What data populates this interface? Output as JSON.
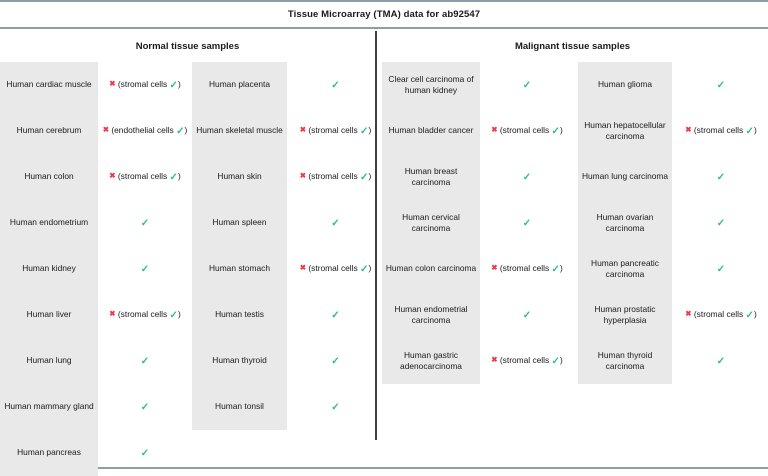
{
  "figure": {
    "title": "Tissue Microarray (TMA) data for ab92547",
    "accent_border_color": "#8d9fa4",
    "divider_color": "#3f3f3f",
    "shade_color": "#e9e9e9",
    "check_color": "#2bbd8a",
    "cross_color": "#ee3b4b"
  },
  "sections": {
    "normal": {
      "title": "Normal tissue samples"
    },
    "malignant": {
      "title": "Malignant tissue samples"
    }
  },
  "marks": {
    "check": "✓",
    "cross": "✖"
  },
  "columns": [
    {
      "id": "normal-left",
      "rows": [
        {
          "tissue": "Human cardiac muscle",
          "result_type": "cross-note",
          "note": "(stromal cells ✓)"
        },
        {
          "tissue": "Human cerebrum",
          "result_type": "cross-note",
          "note": "(endothelial cells ✓)"
        },
        {
          "tissue": "Human colon",
          "result_type": "cross-note",
          "note": "(stromal cells ✓)"
        },
        {
          "tissue": "Human endometrium",
          "result_type": "check",
          "note": ""
        },
        {
          "tissue": "Human kidney",
          "result_type": "check",
          "note": ""
        },
        {
          "tissue": "Human liver",
          "result_type": "cross-note",
          "note": "(stromal cells ✓)"
        },
        {
          "tissue": "Human lung",
          "result_type": "check",
          "note": ""
        },
        {
          "tissue": "Human mammary gland",
          "result_type": "check",
          "note": ""
        },
        {
          "tissue": "Human pancreas",
          "result_type": "check",
          "note": ""
        }
      ]
    },
    {
      "id": "normal-right",
      "rows": [
        {
          "tissue": "Human placenta",
          "result_type": "check",
          "note": ""
        },
        {
          "tissue": "Human skeletal muscle",
          "result_type": "cross-note",
          "note": "(stromal cells ✓)"
        },
        {
          "tissue": "Human skin",
          "result_type": "cross-note",
          "note": "(stromal cells ✓)"
        },
        {
          "tissue": "Human spleen",
          "result_type": "check",
          "note": ""
        },
        {
          "tissue": "Human stomach",
          "result_type": "cross-note",
          "note": "(stromal cells ✓)"
        },
        {
          "tissue": "Human testis",
          "result_type": "check",
          "note": ""
        },
        {
          "tissue": "Human thyroid",
          "result_type": "check",
          "note": ""
        },
        {
          "tissue": "Human tonsil",
          "result_type": "check",
          "note": ""
        }
      ]
    },
    {
      "id": "malignant-left",
      "rows": [
        {
          "tissue": "Clear cell carcinoma of human kidney",
          "result_type": "check",
          "note": ""
        },
        {
          "tissue": "Human bladder cancer",
          "result_type": "cross-note",
          "note": "(stromal cells ✓)"
        },
        {
          "tissue": "Human breast carcinoma",
          "result_type": "check",
          "note": ""
        },
        {
          "tissue": "Human cervical carcinoma",
          "result_type": "check",
          "note": ""
        },
        {
          "tissue": "Human colon carcinoma",
          "result_type": "cross-note",
          "note": "(stromal cells ✓)"
        },
        {
          "tissue": "Human endometrial carcinoma",
          "result_type": "check",
          "note": ""
        },
        {
          "tissue": "Human gastric adenocarcinoma",
          "result_type": "cross-note",
          "note": "(stromal cells ✓)"
        }
      ]
    },
    {
      "id": "malignant-right",
      "rows": [
        {
          "tissue": "Human glioma",
          "result_type": "check",
          "note": ""
        },
        {
          "tissue": "Human hepatocellular carcinoma",
          "result_type": "cross-note",
          "note": "(stromal cells ✓)"
        },
        {
          "tissue": "Human lung carcinoma",
          "result_type": "check",
          "note": ""
        },
        {
          "tissue": "Human ovarian carcinoma",
          "result_type": "check",
          "note": ""
        },
        {
          "tissue": "Human pancreatic carcinoma",
          "result_type": "check",
          "note": ""
        },
        {
          "tissue": "Human prostatic hyperplasia",
          "result_type": "cross-note",
          "note": "(stromal cells ✓)"
        },
        {
          "tissue": "Human thyroid carcinoma",
          "result_type": "check",
          "note": ""
        }
      ]
    }
  ]
}
